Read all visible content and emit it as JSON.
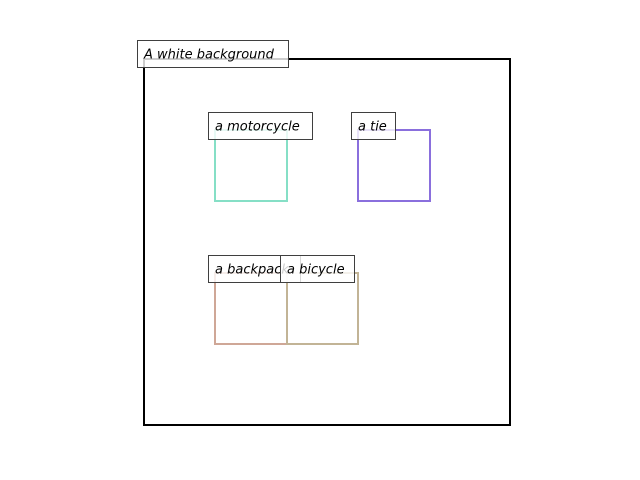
{
  "canvas": {
    "caption": "A white background",
    "frame_color": "#000000"
  },
  "objects": [
    {
      "label": "a motorcycle",
      "color": "#86dfc6"
    },
    {
      "label": "a tie",
      "color": "#8a6fdd"
    },
    {
      "label": "a backpack",
      "color": "#cfa797"
    },
    {
      "label": "a bicycle",
      "color": "#c2b496"
    }
  ]
}
